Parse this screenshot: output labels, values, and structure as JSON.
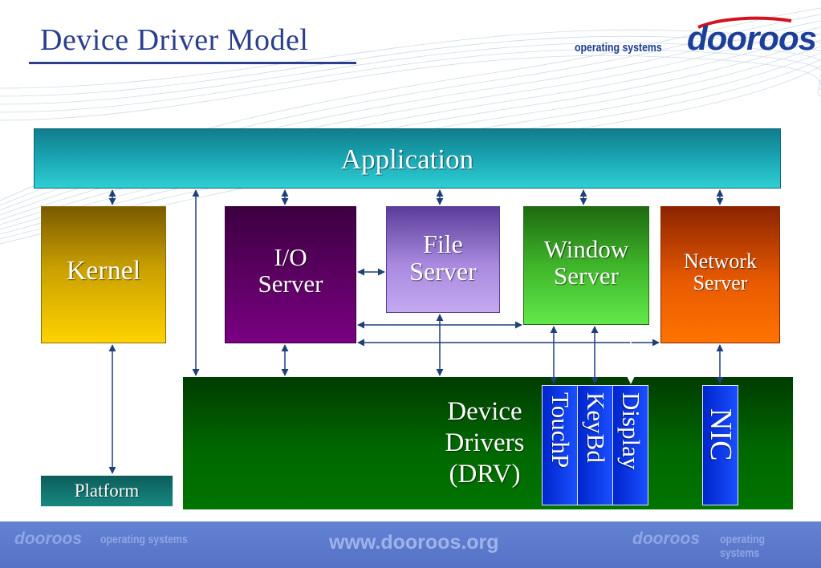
{
  "title": "Device Driver Model",
  "branding": {
    "tagline": "operating systems",
    "logo": "dooroos",
    "website": "www.dooroos.org"
  },
  "diagram": {
    "application": "Application",
    "kernel": "Kernel",
    "io_server": [
      "I/O",
      "Server"
    ],
    "file_server": [
      "File",
      "Server"
    ],
    "window_server": [
      "Window",
      "Server"
    ],
    "network_server": [
      "Network",
      "Server"
    ],
    "device_drivers": [
      "Device",
      "Drivers",
      "(DRV)"
    ],
    "drivers": [
      "TouchP",
      "KeyBd",
      "Display"
    ],
    "nic": "NIC",
    "platform": "Platform"
  },
  "colors": {
    "title": "#2b3f8c",
    "application": "#1aa6b3",
    "kernel": "#ffd200",
    "io_server": "#7a0082",
    "file_server": "#a98adf",
    "window_server": "#3fb52a",
    "network_server": "#ff7300",
    "device_drivers": "#006800",
    "driver_box": "#0025cc",
    "platform": "#178880",
    "arrows": "#1f3f7a",
    "footer": "#5572c6"
  }
}
